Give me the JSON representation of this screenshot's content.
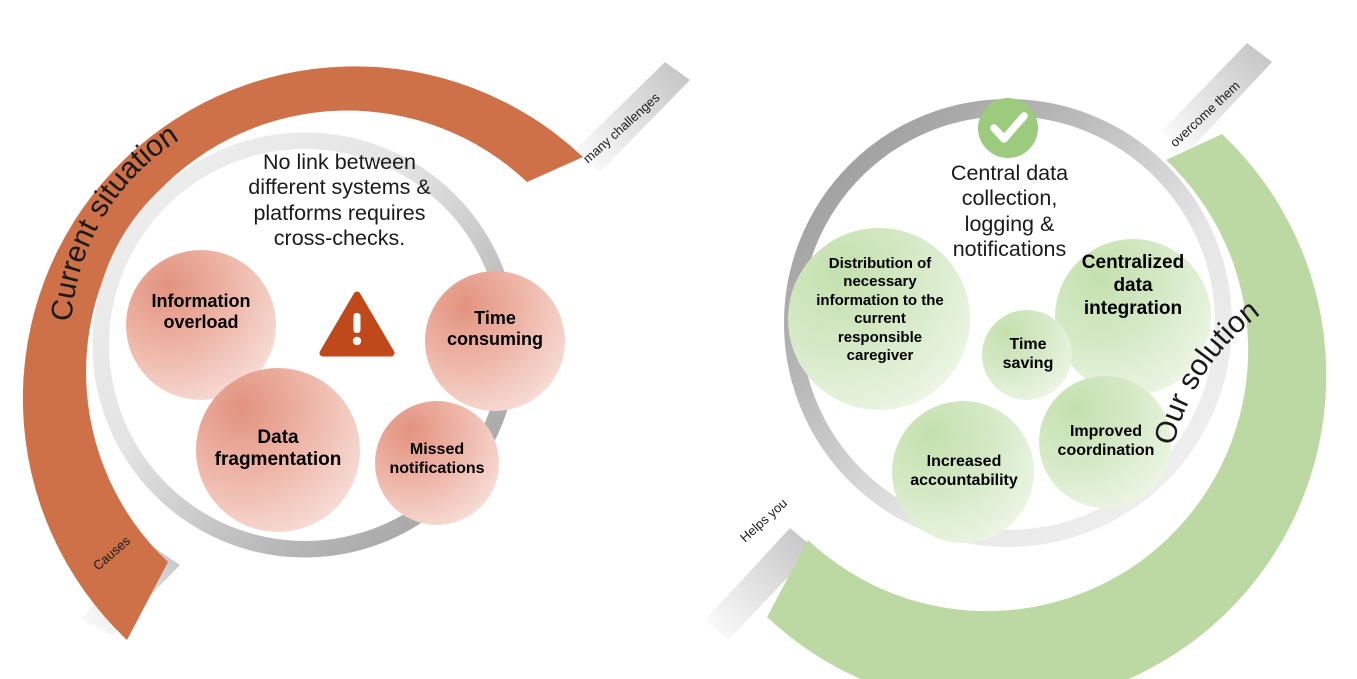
{
  "diagram": {
    "type": "two-panel-comparison-donut",
    "panels": [
      {
        "id": "current-situation",
        "arc_title": "Current situation",
        "arc_color": "#CE7149",
        "start_label": "Causes",
        "end_label": "many challenges",
        "icon": "warning-triangle-icon",
        "icon_color": "#C0491C",
        "headline": "No link between different systems & platforms requires cross-checks.",
        "headline_lines": [
          "No link between",
          "different systems &",
          "platforms requires",
          "cross-checks."
        ],
        "bubble_gradient_from": "#E49A88",
        "bubble_gradient_to": "#F8E0DA",
        "bubbles": [
          {
            "label": "Information overload",
            "lines": [
              "Information",
              "overload"
            ],
            "font_size": 18
          },
          {
            "label": "Time consuming",
            "lines": [
              "Time",
              "consuming"
            ],
            "font_size": 18
          },
          {
            "label": "Data fragmentation",
            "lines": [
              "Data",
              "fragmentation"
            ],
            "font_size": 19
          },
          {
            "label": "Missed notifications",
            "lines": [
              "Missed",
              "notifications"
            ],
            "font_size": 16
          }
        ]
      },
      {
        "id": "our-solution",
        "arc_title": "Our solution",
        "arc_color": "#BCD9A3",
        "start_label": "Helps you",
        "end_label": "overcome them",
        "icon": "check-circle-icon",
        "icon_color": "#9CCB7E",
        "headline": "Central data collection, logging & notifications",
        "headline_lines": [
          "Central data collection,",
          "logging &",
          "notifications"
        ],
        "bubble_gradient_from": "#C7E2B2",
        "bubble_gradient_to": "#EFF7E8",
        "bubbles": [
          {
            "label": "Distribution of necessary information to the current responsible caregiver",
            "lines": [
              "Distribution of",
              "necessary",
              "information to the",
              "current",
              "responsible",
              "caregiver"
            ],
            "font_size": 15
          },
          {
            "label": "Centralized data integration",
            "lines": [
              "Centralized",
              "data",
              "integration"
            ],
            "font_size": 19
          },
          {
            "label": "Time saving",
            "lines": [
              "Time",
              "saving"
            ],
            "font_size": 16
          },
          {
            "label": "Improved coordination",
            "lines": [
              "Improved",
              "coordination"
            ],
            "font_size": 16
          },
          {
            "label": "Increased accountability",
            "lines": [
              "Increased",
              "accountability"
            ],
            "font_size": 16
          }
        ]
      }
    ],
    "colors": {
      "ring_light": "#ECECEC",
      "ring_mid": "#C9C9C9",
      "ring_dark": "#9E9E9E",
      "background": "#FFFFFF",
      "text": "#000000"
    }
  }
}
